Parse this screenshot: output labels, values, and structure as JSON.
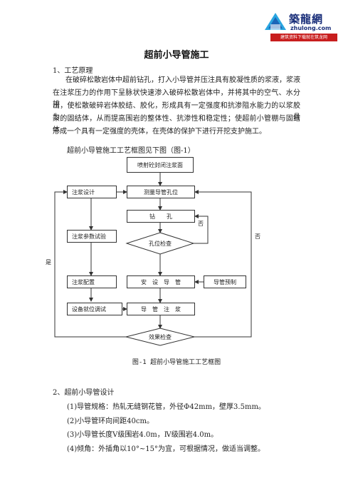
{
  "logo": {
    "brand": "築龍網",
    "url": "zhulong.com",
    "slogan": "建筑资料下载就在筑龙网"
  },
  "title": "超前小导管施工",
  "section1": {
    "heading": "1、工艺原理",
    "lines": [
      "在破碎松散岩体中超前钻孔，打入小导管并压注具有胶凝性质的浆液，浆液",
      "在注浆压力的作用下呈脉状快速渗入破碎松散岩体中，并将其中的空气、水分排",
      "出，使松散破碎岩体胶结、胶化，形成具有一定强度和抗渗阻水能力的以浆胶为骨",
      "架的固结体，从而提高围岩的整体性、抗渗性和稳定性；使超前小管棚与固结体",
      "形成一个具有一定强度的壳体，在壳体的保护下进行开挖支护施工。"
    ],
    "chart_intro": "超前小导管施工工艺框图见下图（图-1）"
  },
  "flowchart": {
    "nodes": {
      "spray": "喷射砼封闭注浆面",
      "design": "注浆设计",
      "measure": "测量导管孔位",
      "drill": "钻　　孔",
      "params": "注浆参数试验",
      "check_hole": "孔位检查",
      "mix": "注浆配置",
      "install": "安　设　导　管",
      "prefab": "导管预制",
      "equip": "设备就位调试",
      "grout": "导　管　注　浆",
      "effect": "效果检查"
    },
    "labels": {
      "no_inner": "否",
      "no_outer": "否",
      "yes": "是"
    },
    "caption": "图-1 超前小导管施工工艺框图"
  },
  "section2": {
    "heading": "2、超前小导管设计",
    "items": [
      "(1)导管规格：热轧无缝钢花管，外径Φ42mm，壁厚3.5mm。",
      "(2)小导管环向间距40cm。",
      "(3)小导管长度Ⅴ级围岩4.0m，Ⅳ级围岩4.0m。",
      "(4)倾角：外插角以10°~15°为宜，可根据情况，做适当调整。"
    ]
  }
}
